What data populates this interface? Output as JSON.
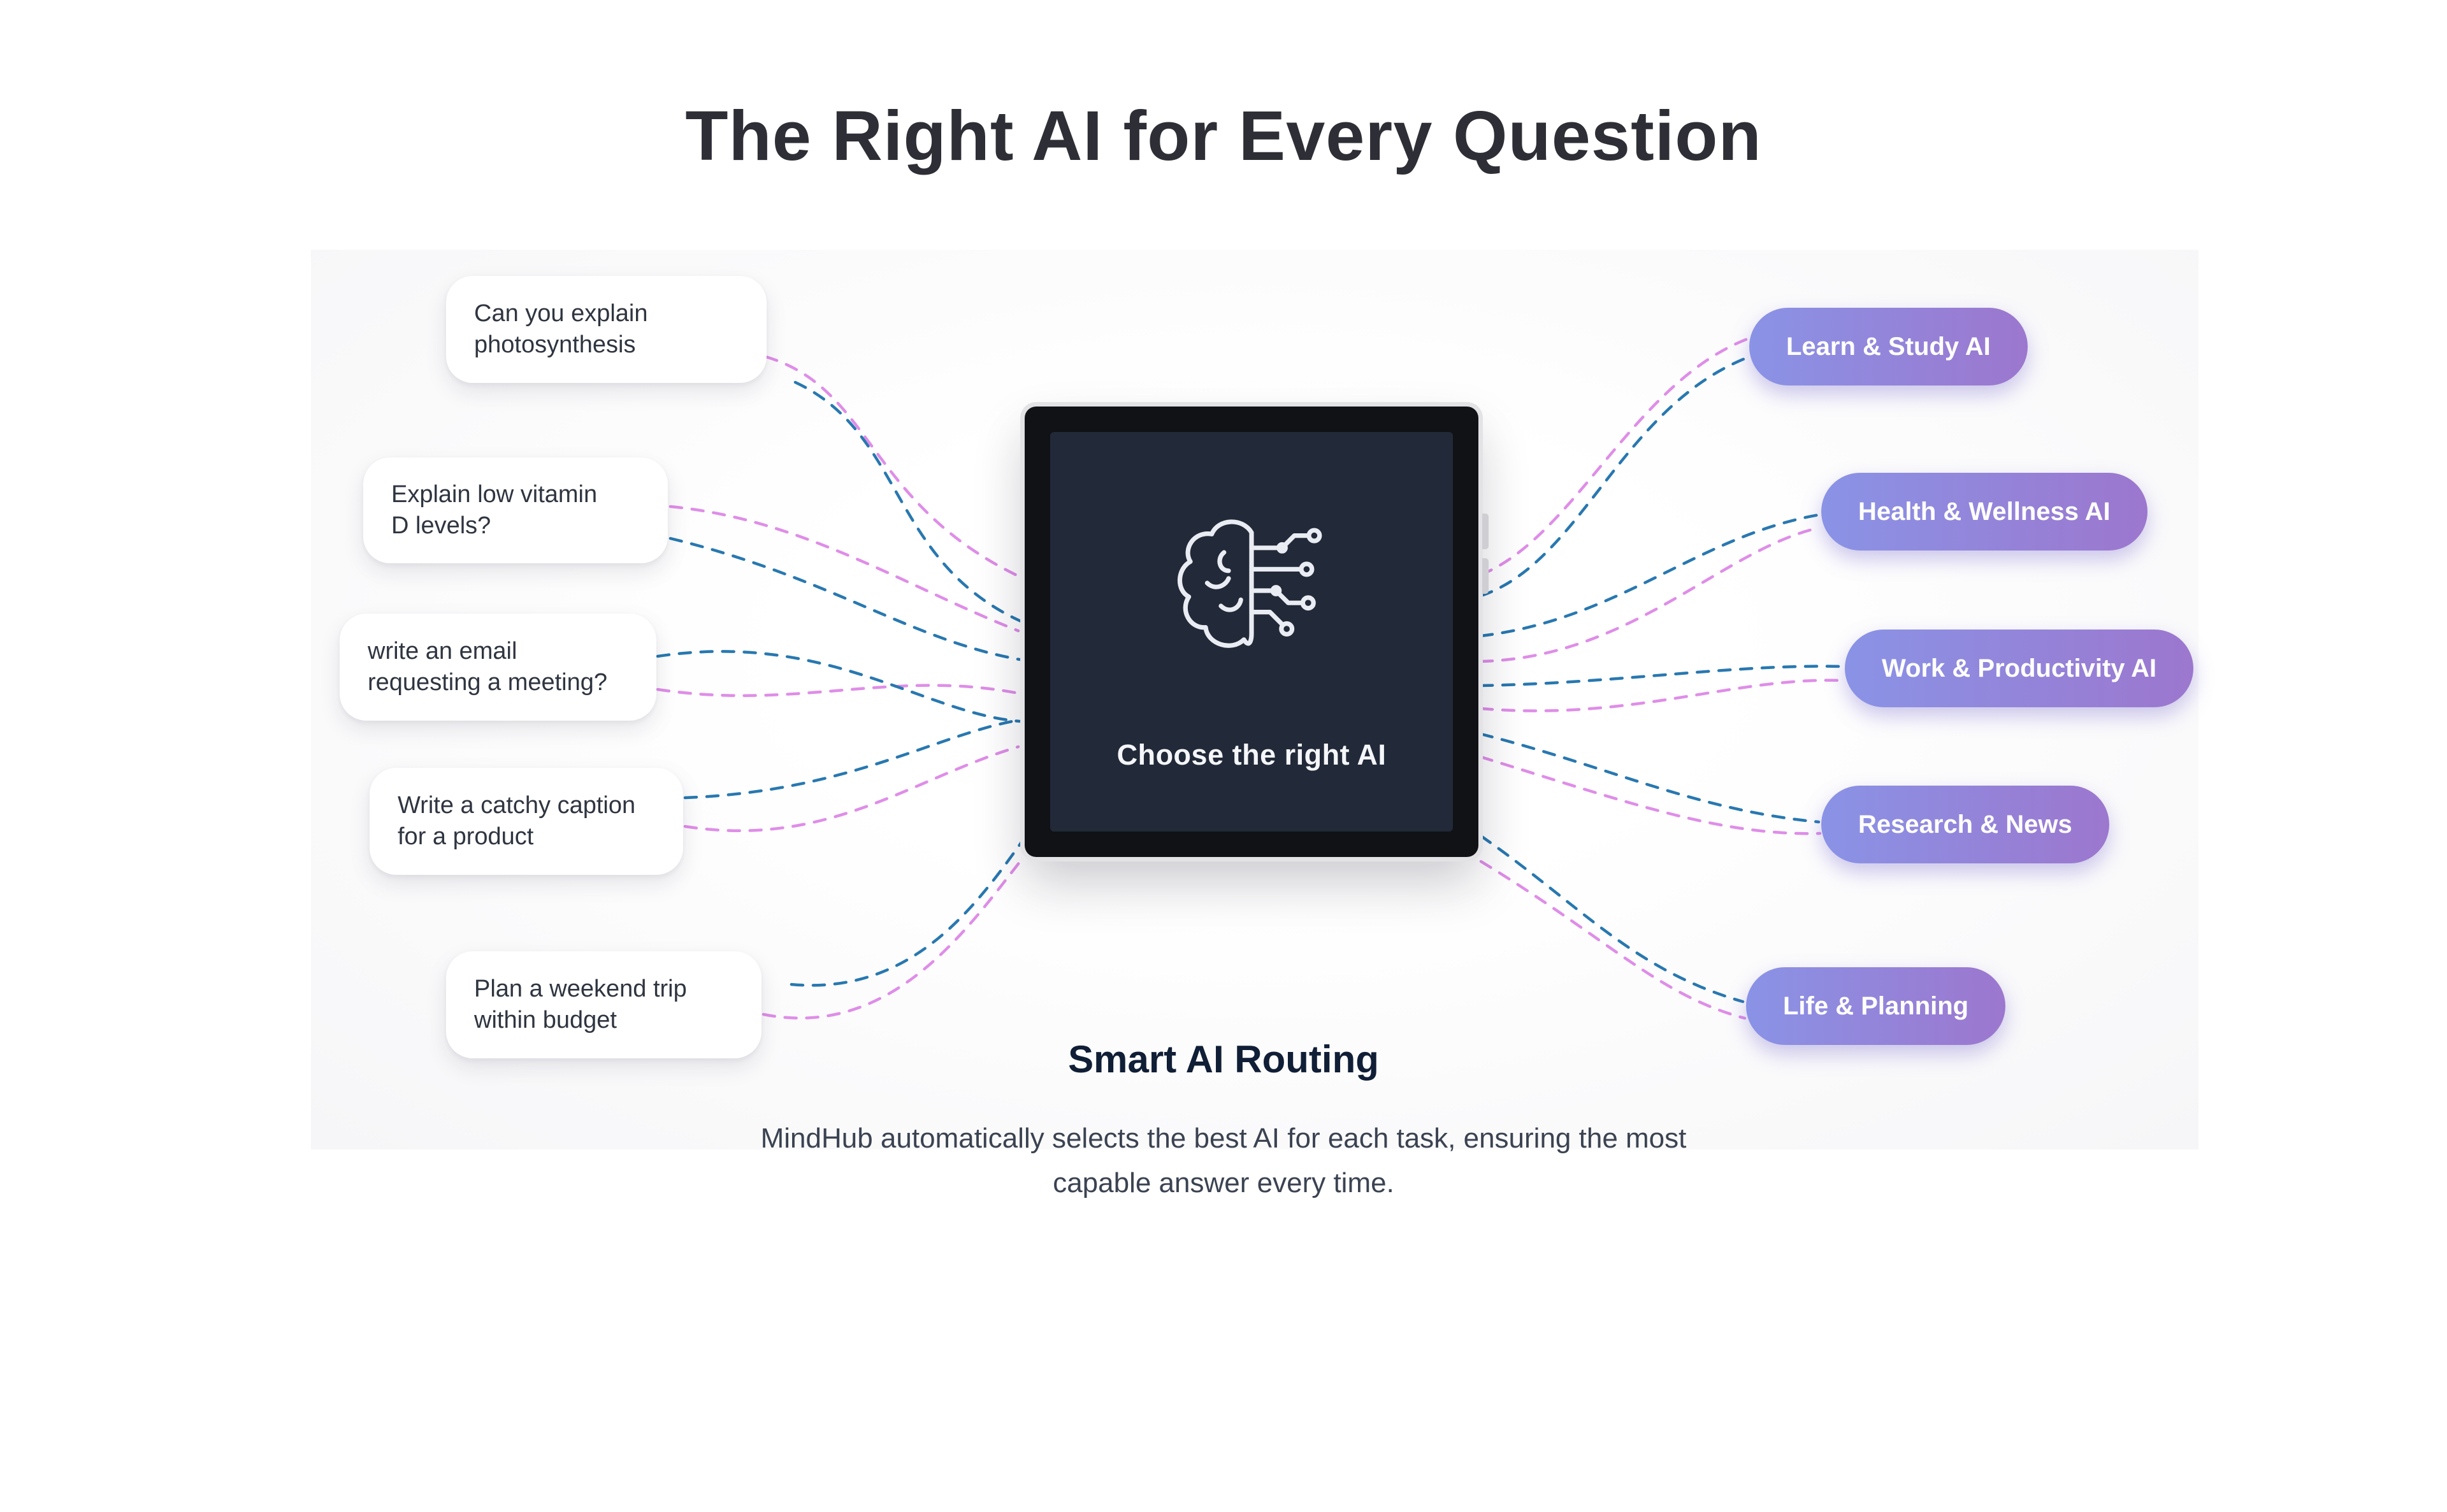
{
  "header": {
    "title": "The Right AI for Every Question"
  },
  "device": {
    "screen_label": "Choose the right AI",
    "icon": "brain-circuit-icon"
  },
  "questions": [
    {
      "label": "Can you explain\nphotosynthesis"
    },
    {
      "label": "Explain low vitamin\nD levels?"
    },
    {
      "label": "write an email\nrequesting a meeting?"
    },
    {
      "label": "Write a catchy caption\nfor a product"
    },
    {
      "label": "Plan a weekend trip\nwithin budget"
    }
  ],
  "categories": [
    {
      "label": "Learn & Study AI"
    },
    {
      "label": "Health & Wellness AI"
    },
    {
      "label": "Work & Productivity AI"
    },
    {
      "label": "Research & News"
    },
    {
      "label": "Life & Planning"
    }
  ],
  "routing": {
    "title": "Smart AI Routing",
    "description": "MindHub automatically selects the best AI for each task, ensuring the most\ncapable answer every time."
  },
  "colors": {
    "pill_gradient_start": "#8A93E6",
    "pill_gradient_end": "#9C77CE",
    "connector_pink": "#DF8DE8",
    "connector_blue": "#2878B0",
    "screen_background": "#222938",
    "device_bezel": "#101216",
    "title_text": "#2e2e36",
    "routing_title_text": "#101e36"
  }
}
